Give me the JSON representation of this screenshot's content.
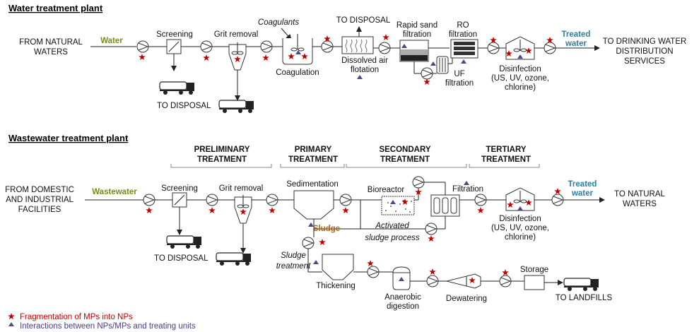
{
  "water_plant": {
    "title": "Water treatment plant",
    "source": [
      "FROM NATURAL",
      "WATERS"
    ],
    "flow_label": "Water",
    "screening": "Screening",
    "grit_removal": "Grit removal",
    "coagulants": "Coagulants",
    "coagulation": "Coagulation",
    "to_disposal_top": "TO DISPOSAL",
    "daf": [
      "Dissolved air",
      "flotation"
    ],
    "rapid_sand": [
      "Rapid sand",
      "filtration"
    ],
    "ro": [
      "RO",
      "filtration"
    ],
    "uf": [
      "UF",
      "filtration"
    ],
    "disinfection": [
      "Disinfection",
      "(US, UV, ozone,",
      "chlorine)"
    ],
    "treated": [
      "Treated",
      "water"
    ],
    "destination": [
      "TO DRINKING WATER",
      "DISTRIBUTION",
      "SERVICES"
    ],
    "to_disposal_bottom": "TO DISPOSAL"
  },
  "wastewater_plant": {
    "title": "Wastewater treatment plant",
    "stages": {
      "preliminary": [
        "PRELIMINARY",
        "TREATMENT"
      ],
      "primary": [
        "PRIMARY",
        "TREATMENT"
      ],
      "secondary": [
        "SECONDARY",
        "TREATMENT"
      ],
      "tertiary": [
        "TERTIARY",
        "TREATMENT"
      ]
    },
    "source": [
      "FROM DOMESTIC",
      "AND INDUSTRIAL",
      "FACILITIES"
    ],
    "flow_label": "Wastewater",
    "screening": "Screening",
    "grit_removal": "Grit removal",
    "sedimentation": "Sedimentation",
    "bioreactor": "Bioreactor",
    "filtration": "Filtration",
    "disinfection": [
      "Disinfection",
      "(US, UV, ozone,",
      "chlorine)"
    ],
    "treated": [
      "Treated",
      "water"
    ],
    "destination": [
      "TO NATURAL",
      "WATERS"
    ],
    "sludge": "Sludge",
    "activated": [
      "Activated",
      "sludge process"
    ],
    "sludge_treatment": [
      "Sludge",
      "treatment"
    ],
    "to_disposal": "TO DISPOSAL",
    "thickening": "Thickening",
    "anaerobic": [
      "Anaerobic",
      "digestion"
    ],
    "dewatering": "Dewatering",
    "storage": "Storage",
    "to_landfills": "TO LANDFILLS"
  },
  "legend": {
    "star_text": "Fragmentation of MPs into NPs",
    "triangle_text": "Interactions between NPs/MPs and treating units",
    "star_color": "#c00000",
    "triangle_color": "#4e4888"
  }
}
